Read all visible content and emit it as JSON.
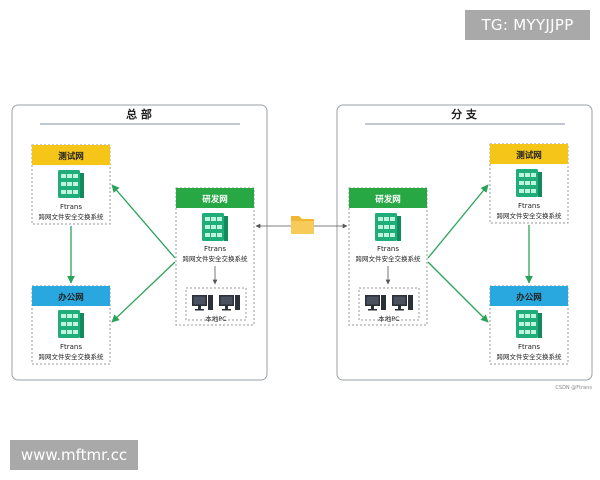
{
  "tg_label": "TG: MYYJJPP",
  "site_label": "www.mftmr.cc",
  "watermark": "CSDN @Ftrans",
  "hq": {
    "title": "总 部",
    "test_net": {
      "header": "测试网",
      "line1": "Ftrans",
      "line2": "跨网文件安全交换系统"
    },
    "office_net": {
      "header": "办公网",
      "line1": "Ftrans",
      "line2": "跨网文件安全交换系统"
    },
    "rd_net": {
      "header": "研发网",
      "line1": "Ftrans",
      "line2": "跨网文件安全交换系统",
      "pc_label": "本地PC"
    }
  },
  "branch": {
    "title": "分 支",
    "rd_net": {
      "header": "研发网",
      "line1": "Ftrans",
      "line2": "跨网文件安全交换系统",
      "pc_label": "本地PC"
    },
    "test_net": {
      "header": "测试网",
      "line1": "Ftrans",
      "line2": "跨网文件安全交换系统"
    },
    "office_net": {
      "header": "办公网",
      "line1": "Ftrans",
      "line2": "跨网文件安全交换系统"
    }
  },
  "colors": {
    "test_header": "#f5c518",
    "office_header": "#29a8e0",
    "rd_header": "#27a844",
    "arrow": "#2aa35a",
    "server": "#1fae7a"
  }
}
